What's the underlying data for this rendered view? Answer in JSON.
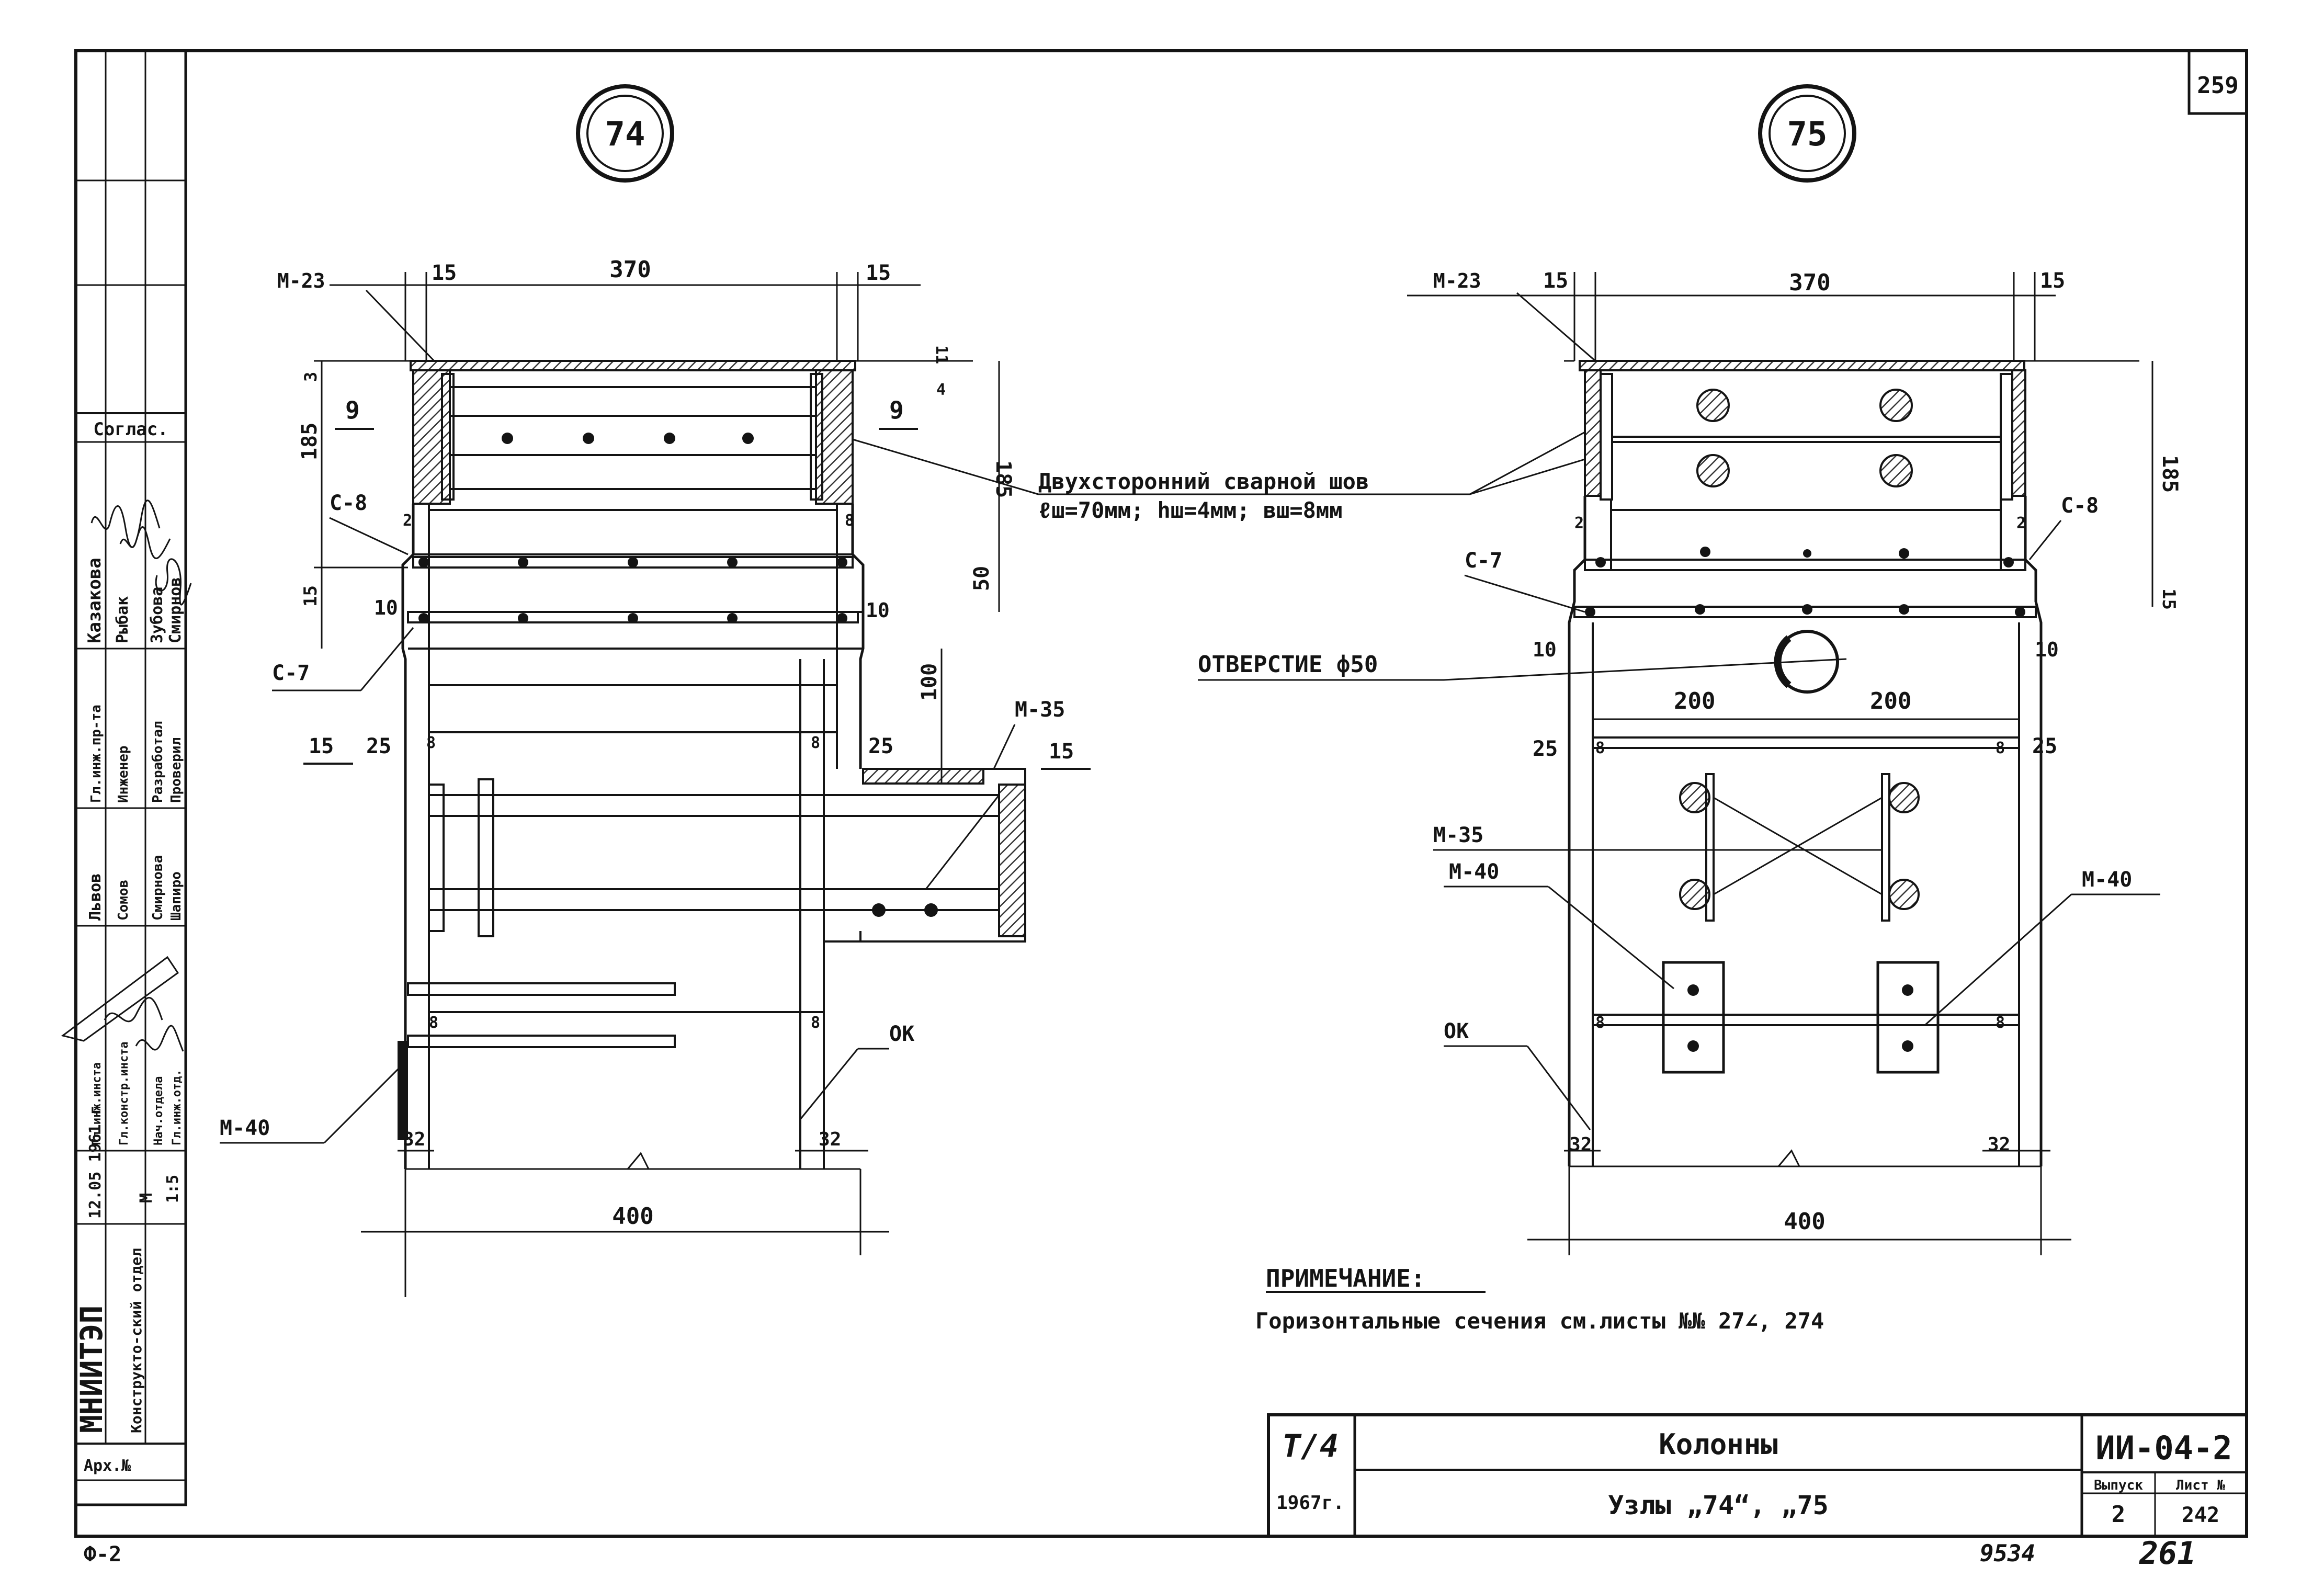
{
  "page": {
    "sheet_number": "259",
    "bottom_left_mark": "Ф-2",
    "bottom_right_inv": "9534",
    "bottom_right_num": "261"
  },
  "stamp": {
    "org": "МНИИТЭП",
    "dept": "Конструкто-ский отдел",
    "arch_no": "Арх.№",
    "date": "12.05 1961 г",
    "scale_label": "М",
    "scale": "1:5",
    "agreed": "Соглас.",
    "roles": [
      "Гл.инж.пр-та",
      "Инженер",
      "Разработал",
      "Проверил",
      "Гл.инж.инста",
      "Гл.констр.инста",
      "Нач.отдела",
      "Гл.инж.отд."
    ],
    "names": [
      "Казакова",
      "Рыбак",
      "Зубова",
      "Смирнов",
      "Львов",
      "Сомов",
      "Смирнова",
      "Шапиро"
    ]
  },
  "detail74": {
    "badge": "74",
    "dim_top": "370",
    "dim_side": "15",
    "dim_185": "185",
    "dim_50": "50",
    "dim_100": "100",
    "dim_11": "11",
    "dim_4": "4",
    "dim_3": "3",
    "dim_10": "10",
    "dim_15": "15",
    "dim_25": "25",
    "dim_32": "32",
    "dim_2": "2",
    "dim_8": "8",
    "dim_400": "400",
    "sec9": "9",
    "m23": "М-23",
    "c8": "С-8",
    "c7": "С-7",
    "m35": "М-35",
    "ok": "ОК",
    "m40": "М-40"
  },
  "detail75": {
    "badge": "75",
    "dim_top": "370",
    "dim_side": "15",
    "dim_185": "185",
    "dim_200": "200",
    "dim_10": "10",
    "dim_15": "15",
    "dim_25": "25",
    "dim_32": "32",
    "dim_2": "2",
    "dim_8": "8",
    "dim_400": "400",
    "m23": "М-23",
    "c8": "С-8",
    "c7": "С-7",
    "hole": "ОТВЕРСТИЕ ф50",
    "m35": "М-35",
    "m40": "М-40",
    "ok": "ОК"
  },
  "weld_note": {
    "line1": "Двухсторонний сварной шов",
    "line2": "ℓш=70мм; hш=4мм; вш=8мм"
  },
  "note": {
    "title": "ПРИМЕЧАНИЕ:",
    "text": "Горизонтальные сечения см.листы №№ 27∠, 274"
  },
  "title_block": {
    "mark": "Т/4",
    "year": "1967г.",
    "title": "Колонны",
    "subtitle": "Узлы „74“, „75",
    "code": "ИИ-04-2",
    "issue_label": "Выпуск",
    "sheet_label": "Лист №",
    "issue": "2",
    "sheet": "242"
  },
  "colors": {
    "ink": "#141414",
    "hatch": "#333333",
    "paper": "#ffffff"
  }
}
